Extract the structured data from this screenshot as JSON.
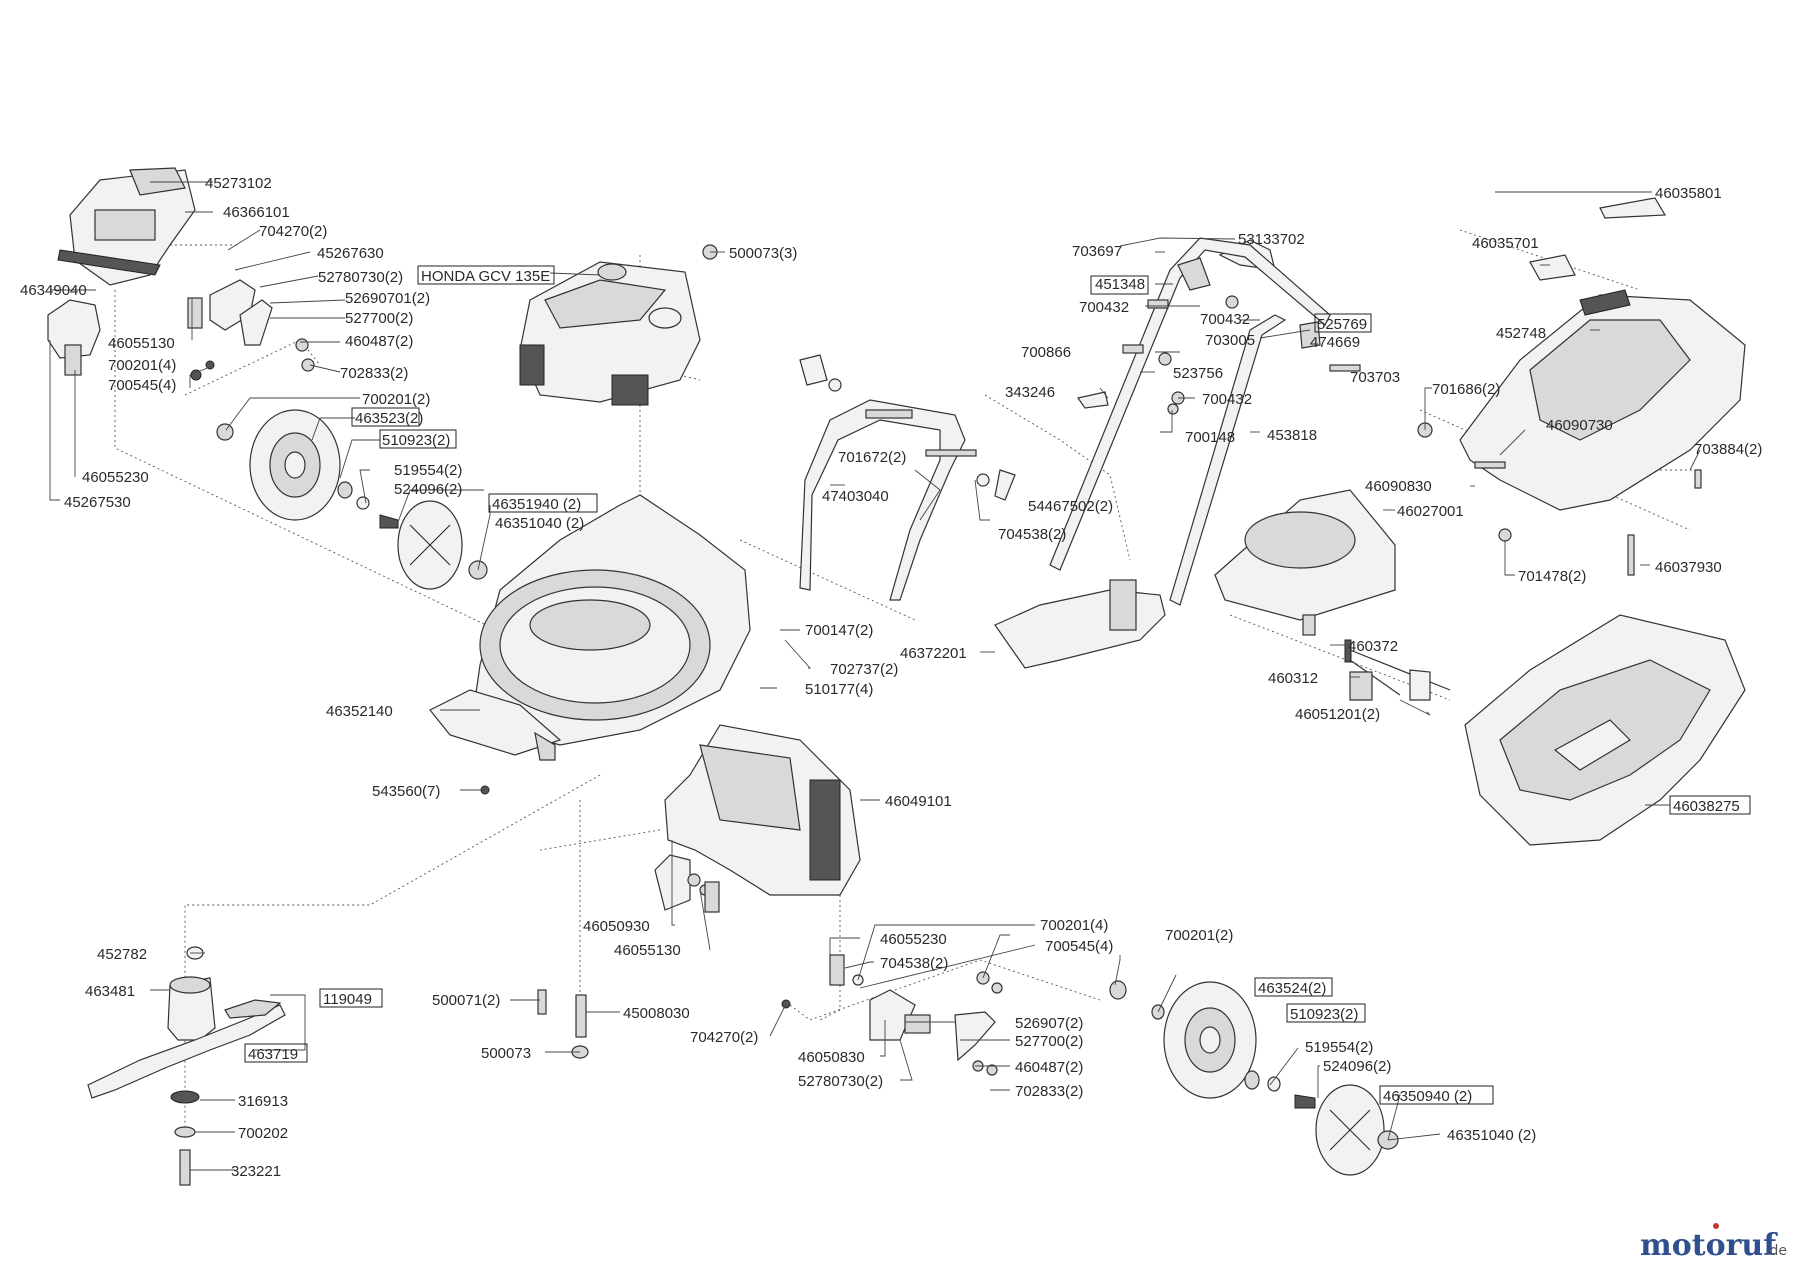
{
  "watermark": {
    "brand": "motoruf",
    "tld": ".de",
    "brand_color": "#2f4f8f",
    "accent_color": "#c0392b"
  },
  "labels": [
    "45273102",
    "46366101",
    "704270(2)",
    "45267630",
    "46349040",
    "52780730(2)",
    "HONDA GCV 135E",
    "52690701(2)",
    "527700(2)",
    "460487(2)",
    "46055130",
    "700201(4)",
    "700545(4)",
    "702833(2)",
    "500073(3)",
    "700201(2)",
    "463523(2)",
    "510923(2)",
    "519554(2)",
    "524096(2)",
    "46351940 (2)",
    "46351040 (2)",
    "46055230",
    "45267530",
    "703697",
    "53133702",
    "451348",
    "700432",
    "700432",
    "525769",
    "703005",
    "474669",
    "700866",
    "523756",
    "703703",
    "343246",
    "700432",
    "700148",
    "453818",
    "701672(2)",
    "47403040",
    "54467502(2)",
    "704538(2)",
    "46035801",
    "46035701",
    "452748",
    "701686(2)",
    "46090730",
    "703884(2)",
    "46090830",
    "46027001",
    "701478(2)",
    "46037930",
    "460372",
    "460312",
    "46051201(2)",
    "46372201",
    "700147(2)",
    "702737(2)",
    "510177(4)",
    "46352140",
    "543560(7)",
    "46049101",
    "46038275",
    "46050930",
    "46055130",
    "46055230",
    "704538(2)",
    "700201(4)",
    "700545(4)",
    "700201(2)",
    "463524(2)",
    "510923(2)",
    "519554(2)",
    "524096(2)",
    "46350940 (2)",
    "46351040 (2)",
    "526907(2)",
    "527700(2)",
    "460487(2)",
    "702833(2)",
    "704270(2)",
    "46050830",
    "52780730(2)",
    "452782",
    "463481",
    "119049",
    "463719",
    "316913",
    "700202",
    "323221",
    "500071(2)",
    "45008030",
    "500073"
  ]
}
